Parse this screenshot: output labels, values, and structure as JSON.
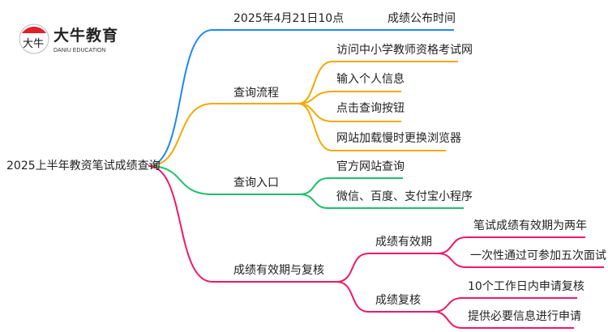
{
  "logo": {
    "name_cn": "大牛教育",
    "name_en": "DANIU EDUCATION",
    "mark": "大牛"
  },
  "root": "2025上半年教资笔试成绩查询",
  "branches": [
    {
      "label": "2025年4月21日10点",
      "color": "#1e88f5",
      "children": [
        "成绩公布时间"
      ]
    },
    {
      "label": "查询流程",
      "color": "#f5a800",
      "children": [
        "访问中小学教师资格考试网",
        "输入个人信息",
        "点击查询按钮",
        "网站加载慢时更换浏览器"
      ]
    },
    {
      "label": "查询入口",
      "color": "#1dbf6a",
      "children": [
        "官方网站查询",
        "微信、百度、支付宝小程序"
      ]
    },
    {
      "label": "成绩有效期与复核",
      "color": "#f0186a",
      "children": [
        {
          "label": "成绩有效期",
          "children": [
            "笔试成绩有效期为两年",
            "一次性通过可参加五次面试"
          ]
        },
        {
          "label": "成绩复核",
          "children": [
            "10个工作日内申请复核",
            "提供必要信息进行申请"
          ]
        }
      ]
    }
  ]
}
